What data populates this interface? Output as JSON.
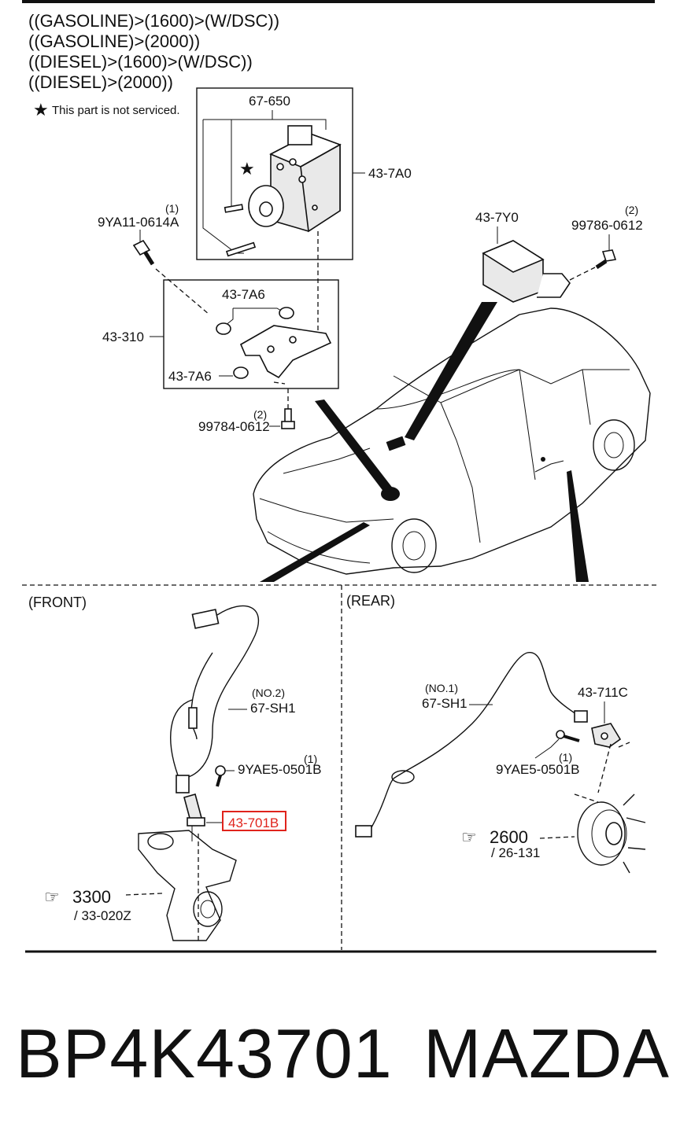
{
  "applicability": [
    "((GASOLINE)>(1600)>(W/DSC))",
    "((GASOLINE)>(2000))",
    "((DIESEL)>(1600)>(W/DSC))",
    "((DIESEL)>(2000))"
  ],
  "legend": {
    "symbol": "★",
    "note": "This part is not serviced."
  },
  "parts": {
    "p67650": "67-650",
    "p437A0": "43-7A0",
    "p9YA11_qty": "(1)",
    "p9YA11": "9YA11-0614A",
    "p437Y0": "43-7Y0",
    "p99786_qty": "(2)",
    "p99786": "99786-0612",
    "p437A6_top": "43-7A6",
    "p43310": "43-310",
    "p437A6_bot": "43-7A6",
    "p99784_qty": "(2)",
    "p99784": "99784-0612",
    "front_sh_no": "(NO.2)",
    "front_sh": "67-SH1",
    "front_bolt_qty": "(1)",
    "front_bolt": "9YAE5-0501B",
    "front_sensor": "43-701B",
    "rear_sh_no": "(NO.1)",
    "rear_sh": "67-SH1",
    "rear_sensor": "43-711C",
    "rear_bolt_qty": "(1)",
    "rear_bolt": "9YAE5-0501B"
  },
  "sections": {
    "front": "(FRONT)",
    "rear": "(REAR)"
  },
  "references": {
    "front_ref": "3300",
    "front_ref_sub": "/ 33-020Z",
    "rear_ref": "2600",
    "rear_ref_sub": "/ 26-131",
    "pointer_icon": "hand-pointer-icon"
  },
  "highlight_color": "#e0231c",
  "footer": {
    "part_number": "BP4K43701",
    "brand": "MAZDA"
  }
}
